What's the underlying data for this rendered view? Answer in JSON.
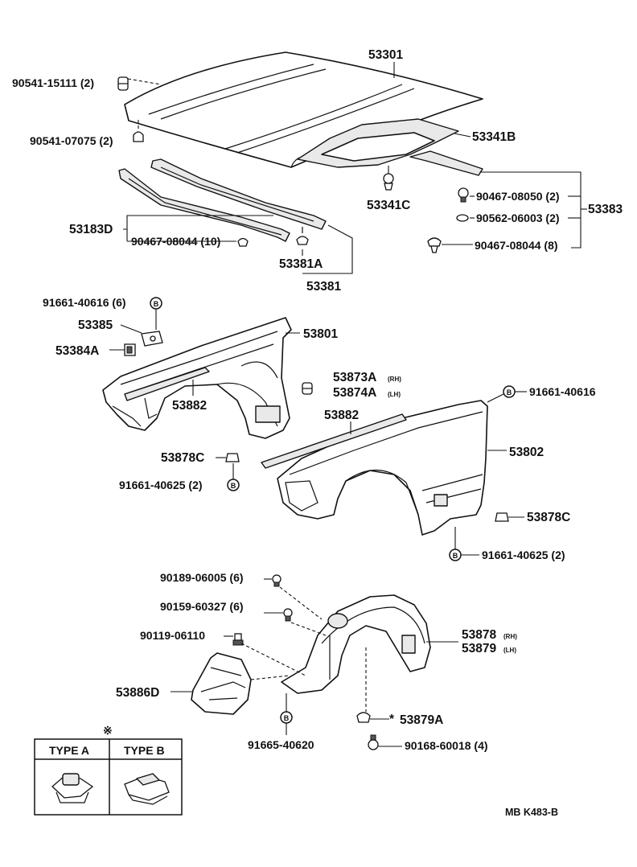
{
  "labels": {
    "p53301": "53301",
    "p90541_15111": "90541-15111 (2)",
    "p90541_07075": "90541-07075 (2)",
    "p53341B": "53341B",
    "p53341C": "53341C",
    "p90467_08050": "90467-08050 (2)",
    "p90562_06003": "90562-06003 (2)",
    "p53383": "53383",
    "p90467_08044_8": "90467-08044 (8)",
    "p53183D": "53183D",
    "p90467_08044_10": "90467-08044 (10)",
    "p53381A": "53381A",
    "p53381": "53381",
    "p91661_40616_6": "91661-40616 (6)",
    "p53385": "53385",
    "p53384A": "53384A",
    "p53801": "53801",
    "p53873A": "53873A",
    "p53873A_side": "(RH)",
    "p53874A": "53874A",
    "p53874A_side": "(LH)",
    "p53882_left": "53882",
    "p91661_40616": "91661-40616",
    "p53882_right": "53882",
    "p53802": "53802",
    "p53878C_left": "53878C",
    "p91661_40625_left": "91661-40625 (2)",
    "p53878C_right": "53878C",
    "p91661_40625_right": "91661-40625 (2)",
    "p90189_06005": "90189-06005 (6)",
    "p90159_60327": "90159-60327 (6)",
    "p90119_06110": "90119-06110",
    "p53878": "53878",
    "p53878_side": "(RH)",
    "p53879": "53879",
    "p53879_side": "(LH)",
    "p53886D": "53886D",
    "p53879A": "53879A",
    "p91665_40620": "91665-40620",
    "p90168_60018": "90168-60018 (4)",
    "type_a": "TYPE A",
    "type_b": "TYPE B",
    "legend_mark": "※",
    "circle_b": "B",
    "star": "*",
    "drawing_code": "MB K483-B"
  }
}
